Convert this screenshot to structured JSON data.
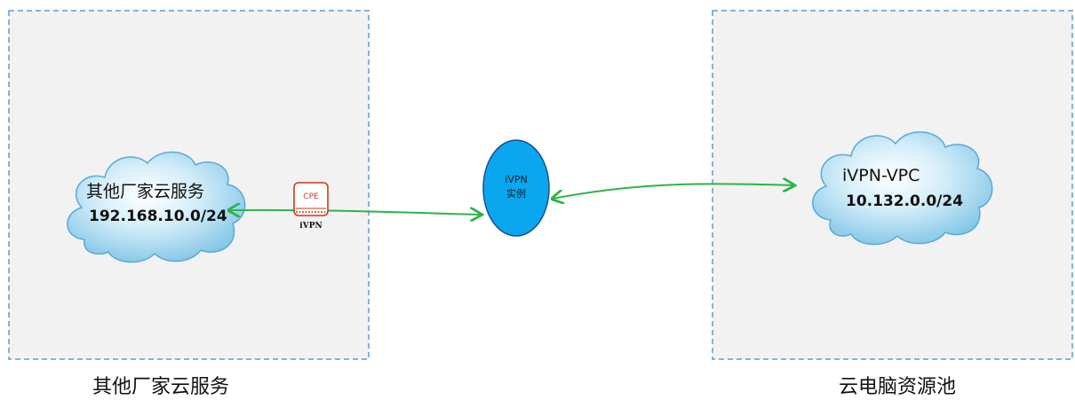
{
  "zones": {
    "left": {
      "title": "其他厂家云服务"
    },
    "right": {
      "title": "云电脑资源池"
    }
  },
  "clouds": {
    "left": {
      "label": "其他厂家云服务",
      "cidr": "192.168.10.0/24"
    },
    "right": {
      "label": "iVPN-VPC",
      "cidr": "10.132.0.0/24"
    }
  },
  "cpe": {
    "badge": "CPE",
    "caption": "iVPN"
  },
  "ivpn_instance": {
    "line1": "iVPN",
    "line2": "实例"
  },
  "colors": {
    "zone_border": "#5b9bd5",
    "zone_fill": "#f2f2f2",
    "link": "#2db34a",
    "instance_fill": "#0aa6ee",
    "instance_stroke": "#1a4f8a",
    "cpe": "#d0361a"
  }
}
